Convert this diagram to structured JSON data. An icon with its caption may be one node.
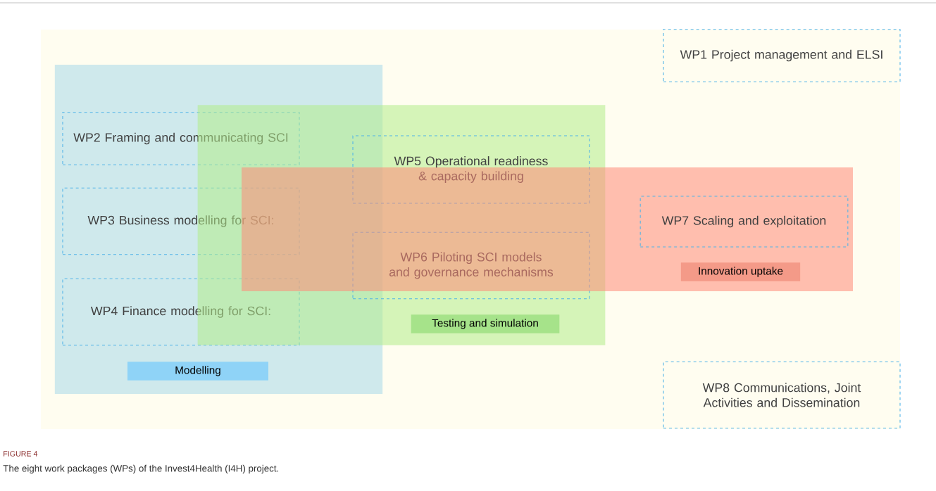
{
  "diagram": {
    "title": "FIGURE 4",
    "caption": "The eight work packages (WPs) of the Invest4Health (I4H) project.",
    "nodes": [
      {
        "text": [
          "WP1 Project management and ELSI"
        ]
      },
      {
        "text": [
          "Modelling"
        ]
      },
      {
        "text": [
          "WP2 Framing and communicating SCI"
        ],
        "in": 1
      },
      {
        "text": [
          "WP3 Business modelling for SCI:"
        ],
        "in": 1
      },
      {
        "text": [
          "WP4 Finance modelling for SCI:"
        ],
        "in": 1
      },
      {
        "text": [
          "Testing and simulation"
        ]
      },
      {
        "text": [
          "WP5 Operational readiness & capacity building"
        ],
        "in": 5
      },
      {
        "text": [
          "WP6 Piloting SCI models and governance mechanisms"
        ],
        "in": 5
      },
      {
        "text": [
          "Innovation uptake"
        ]
      },
      {
        "text": [
          "WP7 Scaling and exploitation"
        ],
        "in": 8
      },
      {
        "text": [
          "WP8 Communications, Joint Activities and Dissemination"
        ]
      }
    ],
    "edges": []
  }
}
